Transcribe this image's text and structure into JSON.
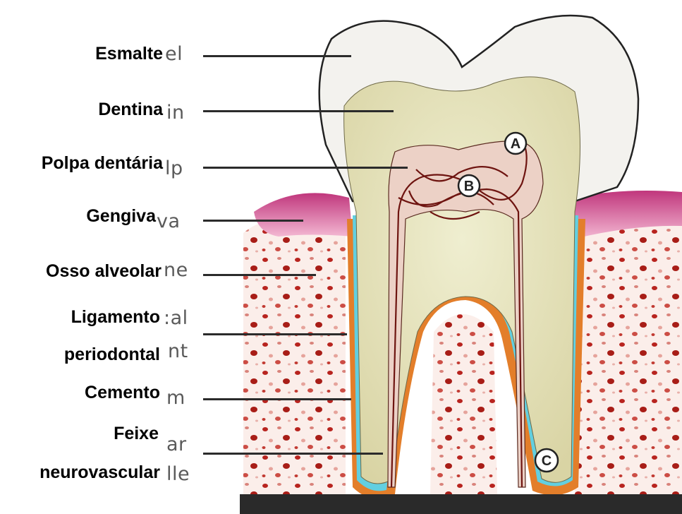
{
  "labels": [
    {
      "text": "Esmalte",
      "ghost": "el"
    },
    {
      "text": "Dentina",
      "ghost": "in"
    },
    {
      "text": "Polpa dentária",
      "ghost": "lp"
    },
    {
      "text": "Gengiva",
      "ghost": "va"
    },
    {
      "text": "Osso alveolar",
      "ghost": "ne"
    },
    {
      "text": "Ligamento",
      "ghost": ":al"
    },
    {
      "text": "periodontal",
      "ghost": "nt"
    },
    {
      "text": "Cemento",
      "ghost": "m"
    },
    {
      "text": "Feixe",
      "ghost": "ar"
    },
    {
      "text": "neurovascular",
      "ghost": "lle"
    }
  ],
  "markers": [
    "A",
    "B",
    "C"
  ]
}
